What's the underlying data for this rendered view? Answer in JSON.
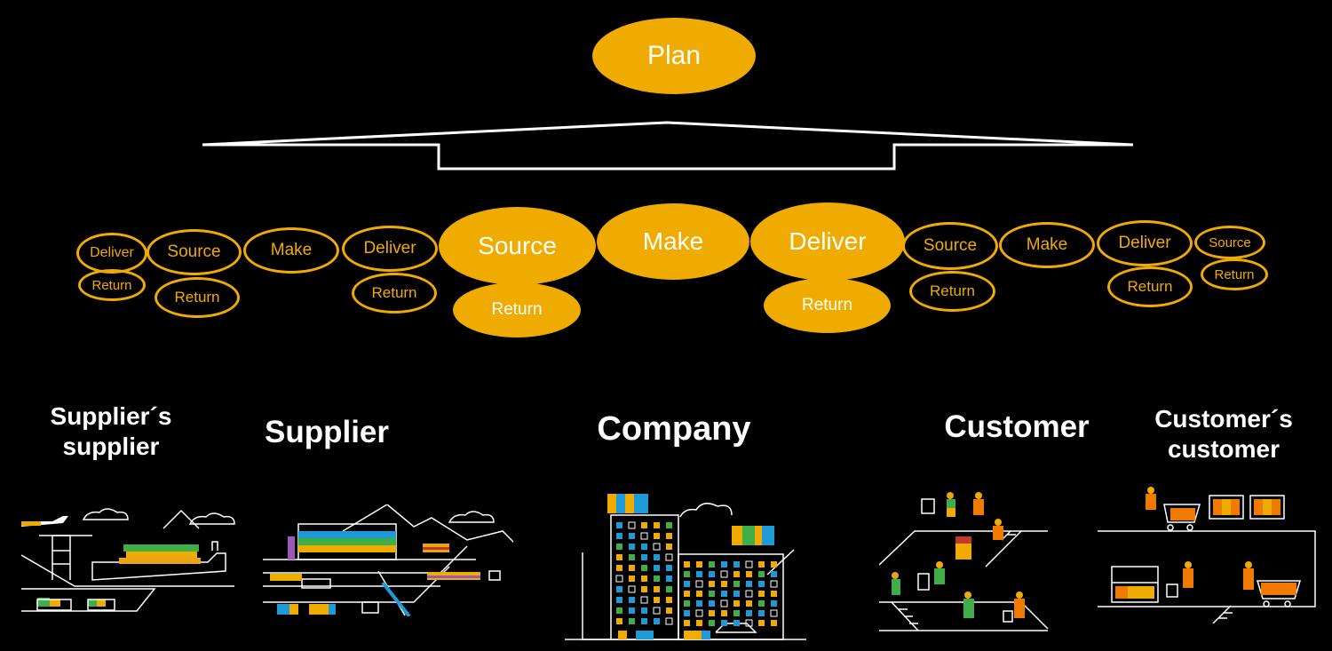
{
  "plan": {
    "label": "Plan"
  },
  "main": {
    "source": "Source",
    "make": "Make",
    "deliver": "Deliver",
    "return_left": "Return",
    "return_right": "Return"
  },
  "suppliers_supplier": {
    "deliver": "Deliver",
    "return": "Return"
  },
  "supplier": {
    "source": "Source",
    "source_return": "Return",
    "make": "Make",
    "deliver": "Deliver",
    "deliver_return": "Return"
  },
  "customer": {
    "source": "Source",
    "source_return": "Return",
    "make": "Make",
    "deliver": "Deliver",
    "deliver_return": "Return"
  },
  "customers_customer": {
    "source": "Source",
    "return": "Return"
  },
  "actors": {
    "suppliers_supplier": "Supplier´s\nsupplier",
    "supplier": "Supplier",
    "company": "Company",
    "customer": "Customer",
    "customers_customer": "Customer´s\ncustomer"
  },
  "colors": {
    "accent": "#F0AB00",
    "background": "#000000",
    "line": "#FFFFFF"
  },
  "icons": [
    "port-illustration",
    "warehouse-illustration",
    "office-building-illustration",
    "shoppers-stairs-illustration",
    "store-shelves-illustration"
  ]
}
